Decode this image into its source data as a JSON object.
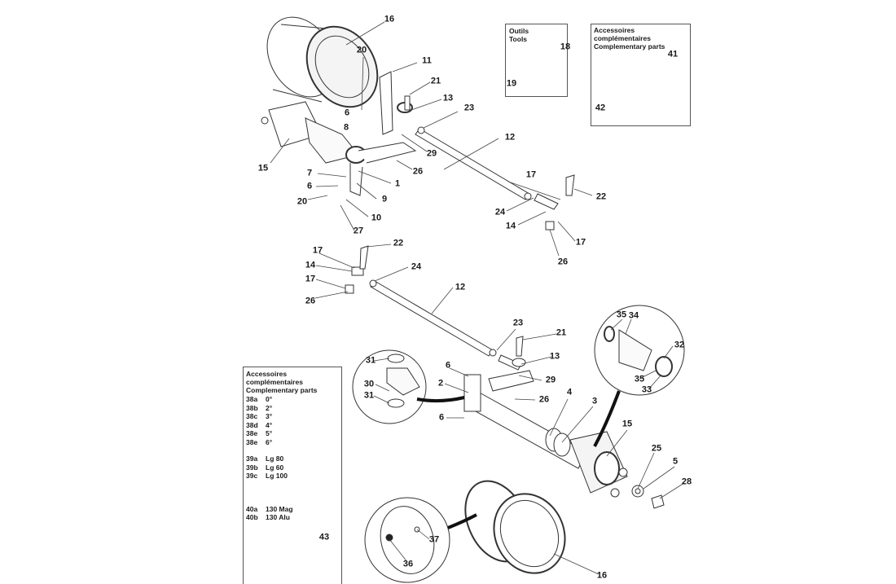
{
  "diagram": {
    "type": "exploded-parts-diagram",
    "description": "Front axle / stub axle assembly exploded view"
  },
  "tools_box": {
    "title_fr": "Outils",
    "title_en": "Tools",
    "parts": [
      "18",
      "19"
    ]
  },
  "top_accessories_box": {
    "title_fr": "Accessoires complémentaires",
    "title_en": "Complementary parts",
    "parts": [
      "41",
      "42"
    ]
  },
  "bottom_accessories_box": {
    "title_fr": "Accessoires complémentaires",
    "title_en": "Complementary parts",
    "groups": [
      {
        "items": [
          {
            "code": "38a",
            "value": "0°"
          },
          {
            "code": "38b",
            "value": "2°"
          },
          {
            "code": "38c",
            "value": "3°"
          },
          {
            "code": "38d",
            "value": "4°"
          },
          {
            "code": "38e",
            "value": "5°"
          },
          {
            "code": "38e",
            "value": "6°"
          }
        ]
      },
      {
        "items": [
          {
            "code": "39a",
            "value": "Lg 80"
          },
          {
            "code": "39b",
            "value": "Lg 60"
          },
          {
            "code": "39c",
            "value": "Lg 100"
          }
        ]
      },
      {
        "items": [
          {
            "code": "40a",
            "value": "130 Mag"
          },
          {
            "code": "40b",
            "value": "130 Alu"
          }
        ]
      }
    ],
    "rod_label": "43"
  },
  "labels": [
    {
      "id": "16a",
      "text": "16"
    },
    {
      "id": "20a",
      "text": "20"
    },
    {
      "id": "11",
      "text": "11"
    },
    {
      "id": "21a",
      "text": "21"
    },
    {
      "id": "13a",
      "text": "13"
    },
    {
      "id": "23a",
      "text": "23"
    },
    {
      "id": "6a",
      "text": "6"
    },
    {
      "id": "8",
      "text": "8"
    },
    {
      "id": "29a",
      "text": "29"
    },
    {
      "id": "12a",
      "text": "12"
    },
    {
      "id": "15a",
      "text": "15"
    },
    {
      "id": "26a",
      "text": "26"
    },
    {
      "id": "7",
      "text": "7"
    },
    {
      "id": "1",
      "text": "1"
    },
    {
      "id": "6b",
      "text": "6"
    },
    {
      "id": "9",
      "text": "9"
    },
    {
      "id": "20b",
      "text": "20"
    },
    {
      "id": "10",
      "text": "10"
    },
    {
      "id": "27",
      "text": "27"
    },
    {
      "id": "17a",
      "text": "17"
    },
    {
      "id": "22a",
      "text": "22"
    },
    {
      "id": "24a",
      "text": "24"
    },
    {
      "id": "14a",
      "text": "14"
    },
    {
      "id": "17b",
      "text": "17"
    },
    {
      "id": "26b",
      "text": "26"
    },
    {
      "id": "22b",
      "text": "22"
    },
    {
      "id": "17c",
      "text": "17"
    },
    {
      "id": "14b",
      "text": "14"
    },
    {
      "id": "24b",
      "text": "24"
    },
    {
      "id": "17d",
      "text": "17"
    },
    {
      "id": "12b",
      "text": "12"
    },
    {
      "id": "26c",
      "text": "26"
    },
    {
      "id": "23b",
      "text": "23"
    },
    {
      "id": "21b",
      "text": "21"
    },
    {
      "id": "13b",
      "text": "13"
    },
    {
      "id": "31a",
      "text": "31"
    },
    {
      "id": "6c",
      "text": "6"
    },
    {
      "id": "29b",
      "text": "29"
    },
    {
      "id": "2",
      "text": "2"
    },
    {
      "id": "30",
      "text": "30"
    },
    {
      "id": "31b",
      "text": "31"
    },
    {
      "id": "26d",
      "text": "26"
    },
    {
      "id": "4",
      "text": "4"
    },
    {
      "id": "3",
      "text": "3"
    },
    {
      "id": "6d",
      "text": "6"
    },
    {
      "id": "35a",
      "text": "35"
    },
    {
      "id": "34",
      "text": "34"
    },
    {
      "id": "32",
      "text": "32"
    },
    {
      "id": "35b",
      "text": "35"
    },
    {
      "id": "33",
      "text": "33"
    },
    {
      "id": "15b",
      "text": "15"
    },
    {
      "id": "25",
      "text": "25"
    },
    {
      "id": "5",
      "text": "5"
    },
    {
      "id": "28",
      "text": "28"
    },
    {
      "id": "37",
      "text": "37"
    },
    {
      "id": "36",
      "text": "36"
    },
    {
      "id": "16b",
      "text": "16"
    }
  ]
}
